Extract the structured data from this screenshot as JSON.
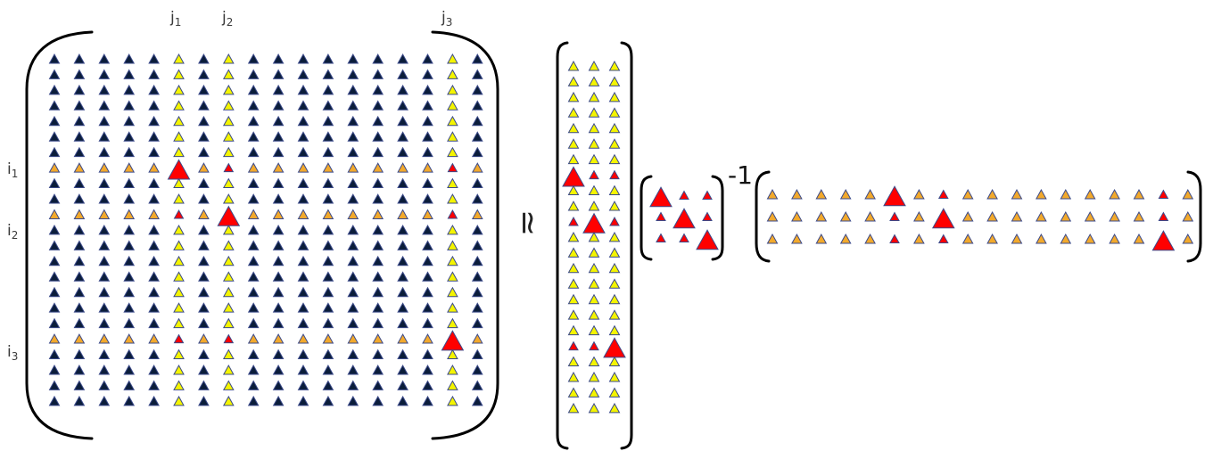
{
  "colors": {
    "dark": "#0b1d3a",
    "yellow": "#f4f400",
    "orange": "#f2a92c",
    "red": "#ff0000",
    "outline": "#3b4a8a"
  },
  "column_labels": [
    {
      "letter": "j",
      "sub": "1"
    },
    {
      "letter": "j",
      "sub": "2"
    },
    {
      "letter": "j",
      "sub": "3"
    }
  ],
  "row_labels": [
    {
      "letter": "i",
      "sub": "1"
    },
    {
      "letter": "i",
      "sub": "2"
    },
    {
      "letter": "i",
      "sub": "3"
    }
  ],
  "approx_symbol": "≃",
  "inverse_exponent": "-1",
  "matrix_A": {
    "rows": 23,
    "cols": 18,
    "selected_rows": [
      7,
      10,
      18
    ],
    "selected_cols": [
      5,
      7,
      16
    ],
    "pivots": [
      [
        7,
        5
      ],
      [
        10,
        7
      ],
      [
        18,
        16
      ]
    ]
  }
}
